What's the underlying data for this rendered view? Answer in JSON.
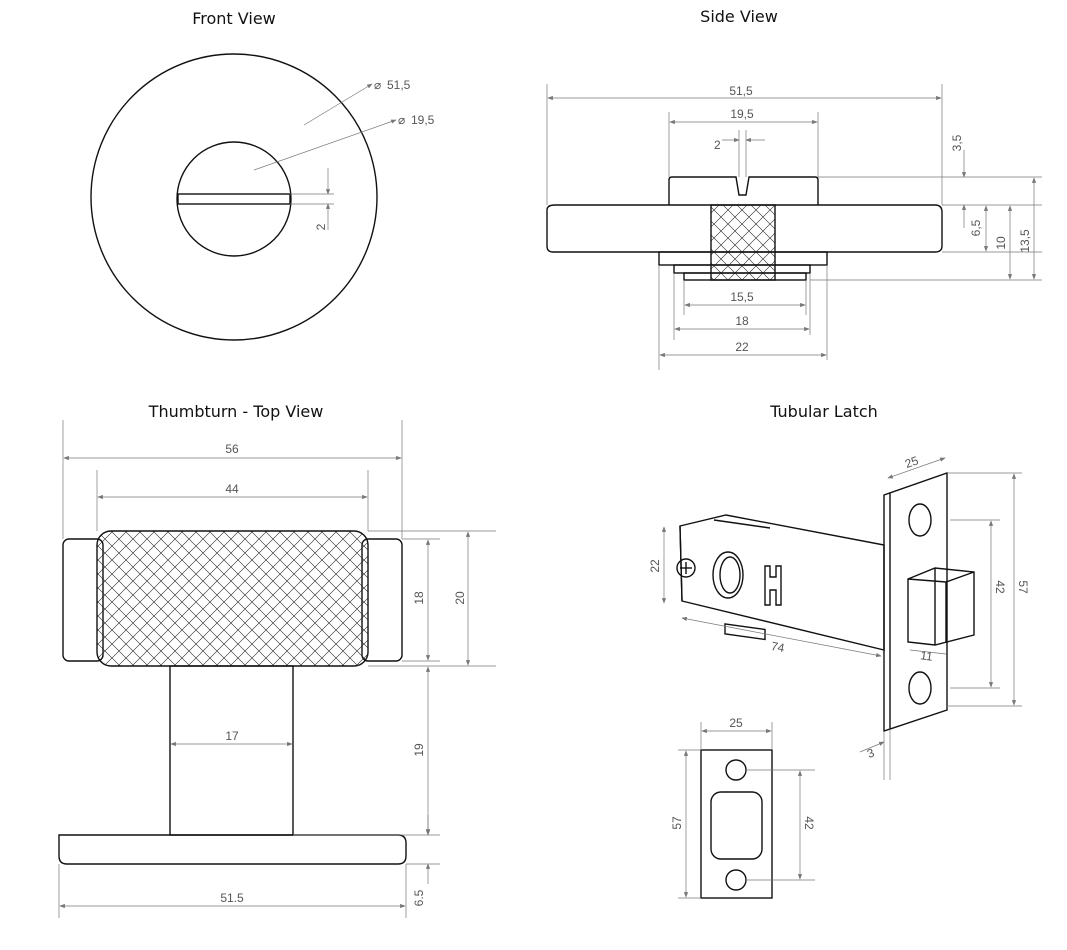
{
  "views": {
    "front": {
      "title": "Front View",
      "dim_outer": "51,5",
      "dim_inner": "19,5",
      "dim_slot": "2"
    },
    "side": {
      "title": "Side View",
      "dim_width": "51,5",
      "dim_turn": "19,5",
      "dim_slot": "2",
      "dim_turn_h": "3,5",
      "dim_base_h": "6,5",
      "dim_10": "10",
      "dim_total": "13,5",
      "dim_15": "15,5",
      "dim_18": "18",
      "dim_22": "22"
    },
    "top": {
      "title": "Thumbturn - Top View",
      "dim_56": "56",
      "dim_44": "44",
      "dim_18": "18",
      "dim_20": "20",
      "dim_17": "17",
      "dim_19": "19",
      "dim_base": "51.5",
      "dim_65": "6.5"
    },
    "latch": {
      "title": "Tubular Latch",
      "dim_25": "25",
      "dim_22": "22",
      "dim_74": "74",
      "dim_42": "42",
      "dim_57": "57",
      "dim_11": "11",
      "dim_3": "3",
      "strike_25": "25",
      "strike_57": "57",
      "strike_42": "42"
    }
  }
}
